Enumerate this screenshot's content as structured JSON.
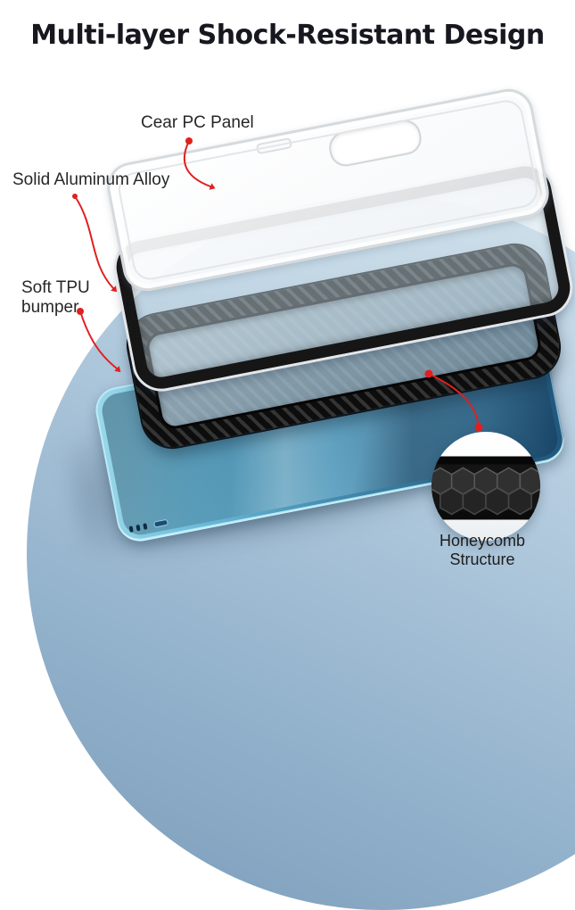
{
  "header": {
    "title": "Multi-layer Shock-Resistant Design"
  },
  "callouts": {
    "clear_pc_panel": "Cear PC Panel",
    "aluminum_alloy": "Solid Aluminum Alloy",
    "tpu_bumper": "Soft TPU\nbumper",
    "honeycomb": "Honeycomb\nStructure"
  },
  "colors": {
    "accent_red": "#e02020",
    "title_text": "#17171f",
    "label_text": "#272727",
    "background_blue": "#93b2cc",
    "case_black": "#161616",
    "phone_teal": "#4a94b6",
    "clear_panel": "#f3f6f8"
  }
}
